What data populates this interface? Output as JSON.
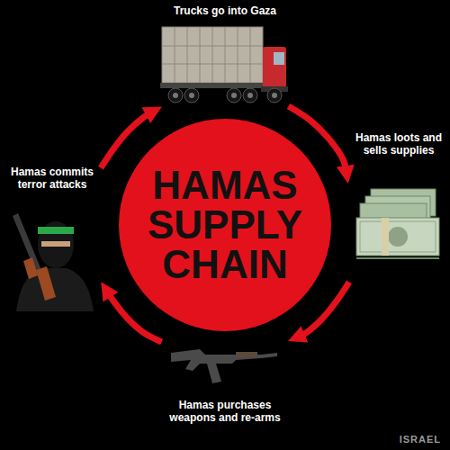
{
  "diagram": {
    "nodes": [
      {
        "text": [
          "HAMAS SUPPLY CHAIN"
        ]
      },
      {
        "text": [
          "Trucks go into Gaza"
        ]
      },
      {
        "text": [
          "Hamas loots and sells supplies"
        ]
      },
      {
        "text": [
          "Hamas purchases weapons and re-arms"
        ]
      },
      {
        "text": [
          "Hamas commits terror attacks"
        ]
      }
    ],
    "edges": [
      {
        "from": 1,
        "to": 2,
        "arrow": "to"
      },
      {
        "from": 2,
        "to": 3,
        "arrow": "to"
      },
      {
        "from": 3,
        "to": 4,
        "arrow": "to"
      },
      {
        "from": 4,
        "to": 1,
        "arrow": "to"
      }
    ],
    "labels": [
      "ISRAEL"
    ]
  }
}
